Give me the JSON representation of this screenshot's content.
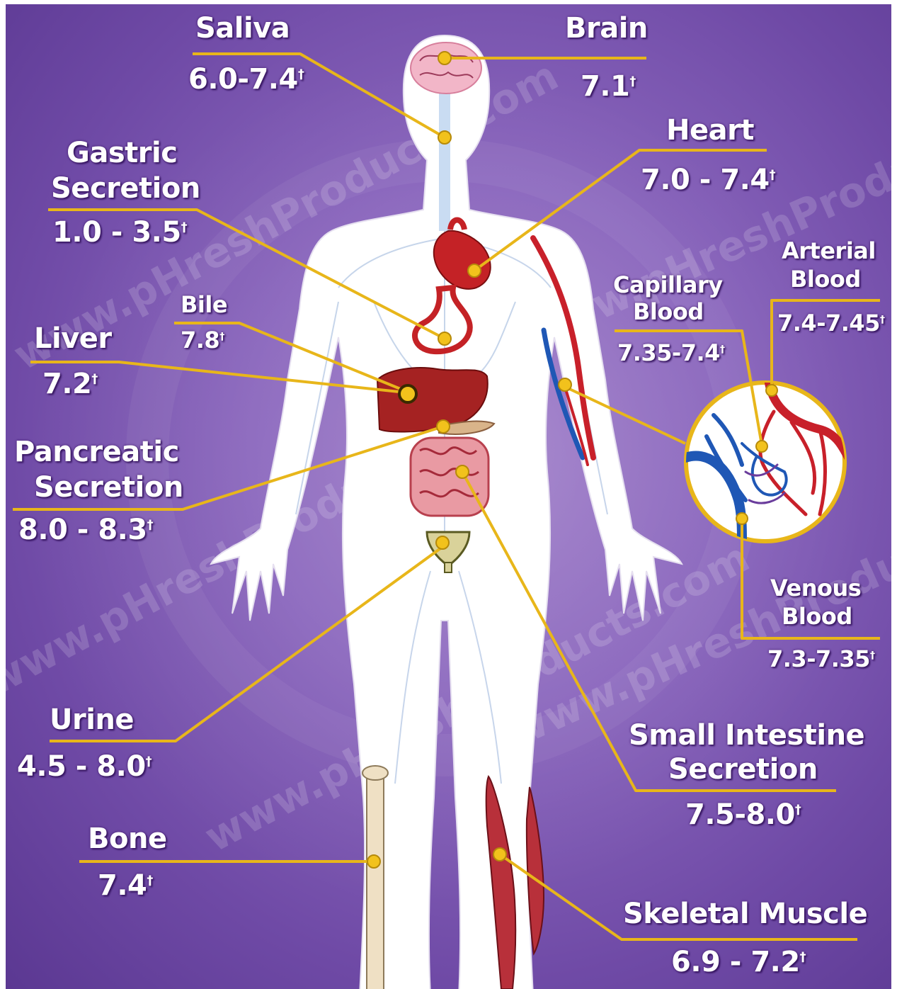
{
  "labels": {
    "saliva": {
      "name": "Saliva",
      "value": "6.0-7.4"
    },
    "brain": {
      "name": "Brain",
      "value": "7.1"
    },
    "heart": {
      "name": "Heart",
      "value": "7.0 - 7.4"
    },
    "gastric": {
      "name_line1": "Gastric",
      "name_line2": "Secretion",
      "value": "1.0 - 3.5"
    },
    "bile": {
      "name": "Bile",
      "value": "7.8"
    },
    "liver": {
      "name": "Liver",
      "value": "7.2"
    },
    "arterial": {
      "name_line1": "Arterial",
      "name_line2": "Blood",
      "value": "7.4-7.45"
    },
    "capillary": {
      "name_line1": "Capillary",
      "name_line2": "Blood",
      "value": "7.35-7.4"
    },
    "pancreatic": {
      "name_line1": "Pancreatic",
      "name_line2": "Secretion",
      "value": "8.0 - 8.3"
    },
    "venous": {
      "name_line1": "Venous",
      "name_line2": "Blood",
      "value": "7.3-7.35"
    },
    "urine": {
      "name": "Urine",
      "value": "4.5 - 8.0"
    },
    "small_intestine": {
      "name_line1": "Small Intestine",
      "name_line2": "Secretion",
      "value": "7.5-8.0"
    },
    "bone": {
      "name": "Bone",
      "value": "7.4"
    },
    "skeletal_muscle": {
      "name": "Skeletal Muscle",
      "value": "6.9 - 7.2"
    }
  },
  "dagger": "†",
  "watermark": "www.pHreshProducts.com",
  "colors": {
    "background": "#8a66bd",
    "leader_line": "#e8b61a",
    "body": "#ffffff",
    "artery": "#c8202a",
    "vein": "#1f57b5"
  },
  "icons": [
    "body-silhouette",
    "brain-icon",
    "heart-icon",
    "stomach-icon",
    "liver-icon",
    "intestine-icon",
    "bladder-icon",
    "bone-icon",
    "muscle-icon",
    "capillary-bed-icon"
  ]
}
